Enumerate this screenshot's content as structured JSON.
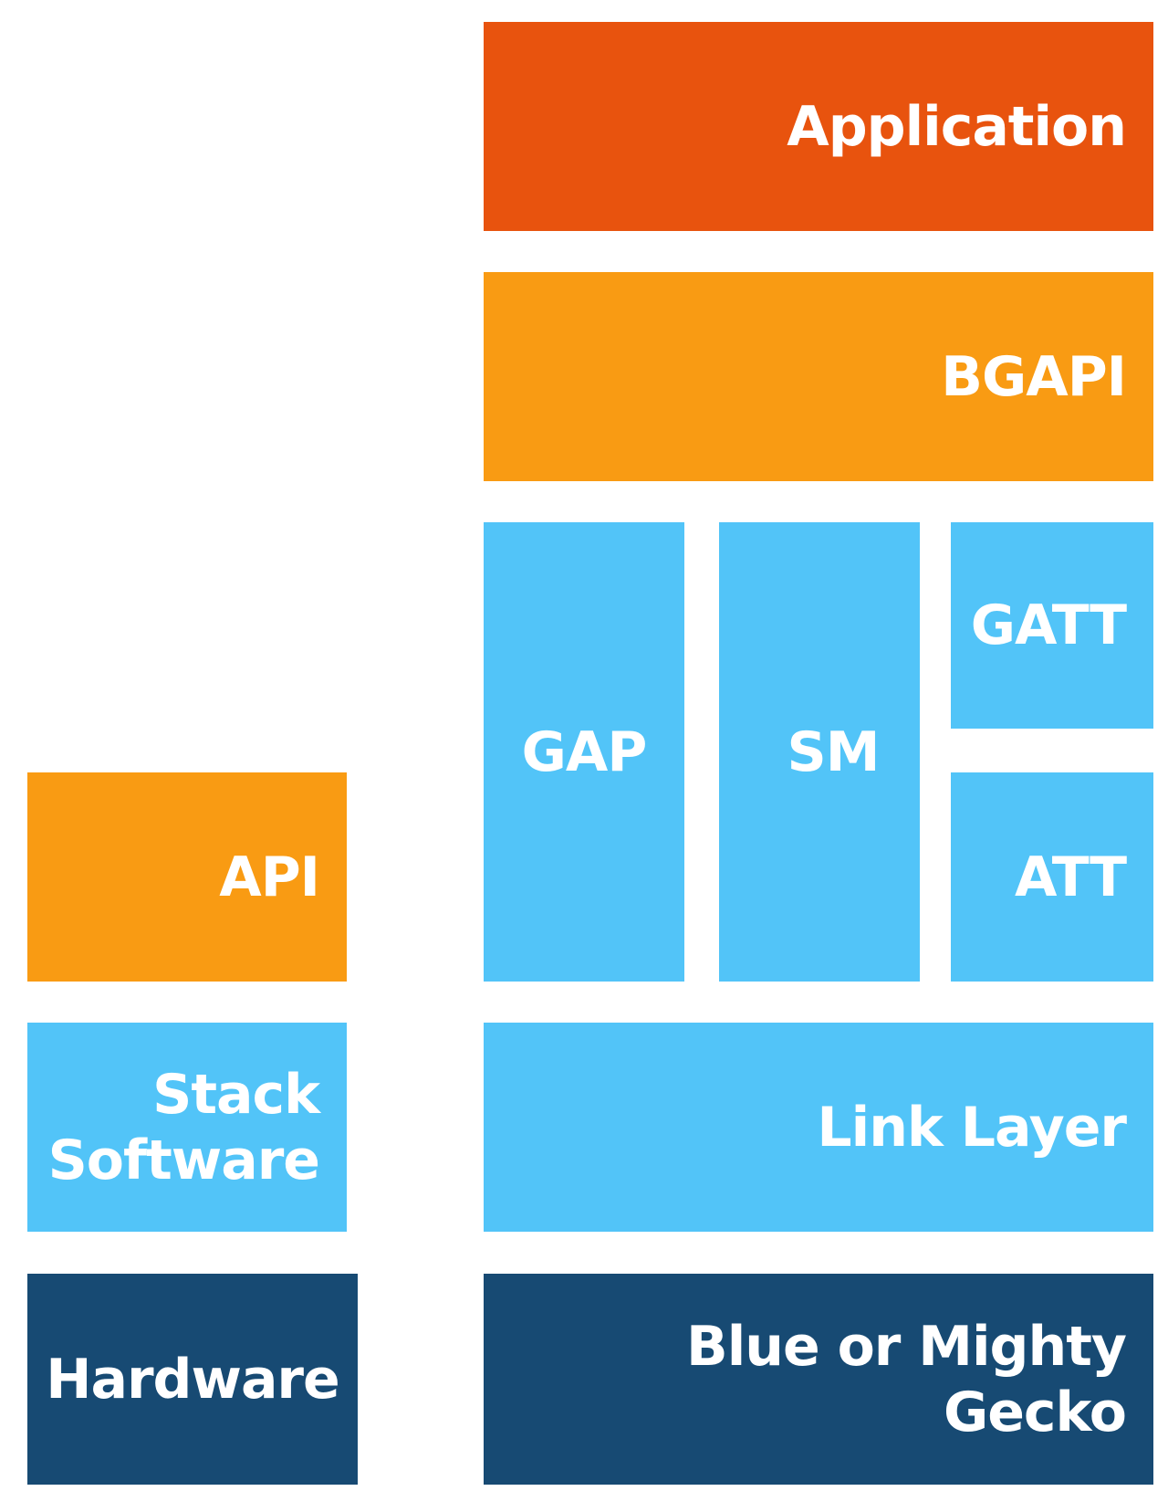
{
  "colors": {
    "application": "#E8530E",
    "api": "#F99B13",
    "stack": "#52C4F8",
    "hardware": "#174A73",
    "text": "#FFFFFF"
  },
  "left_column": {
    "api": "API",
    "stack_line1": "Stack",
    "stack_line2": "Software",
    "hardware": "Hardware"
  },
  "right_column": {
    "application": "Application",
    "bgapi": "BGAPI",
    "gap": "GAP",
    "sm": "SM",
    "gatt": "GATT",
    "att": "ATT",
    "link_layer": "Link Layer",
    "chip_line1": "Blue or Mighty",
    "chip_line2": "Gecko"
  }
}
